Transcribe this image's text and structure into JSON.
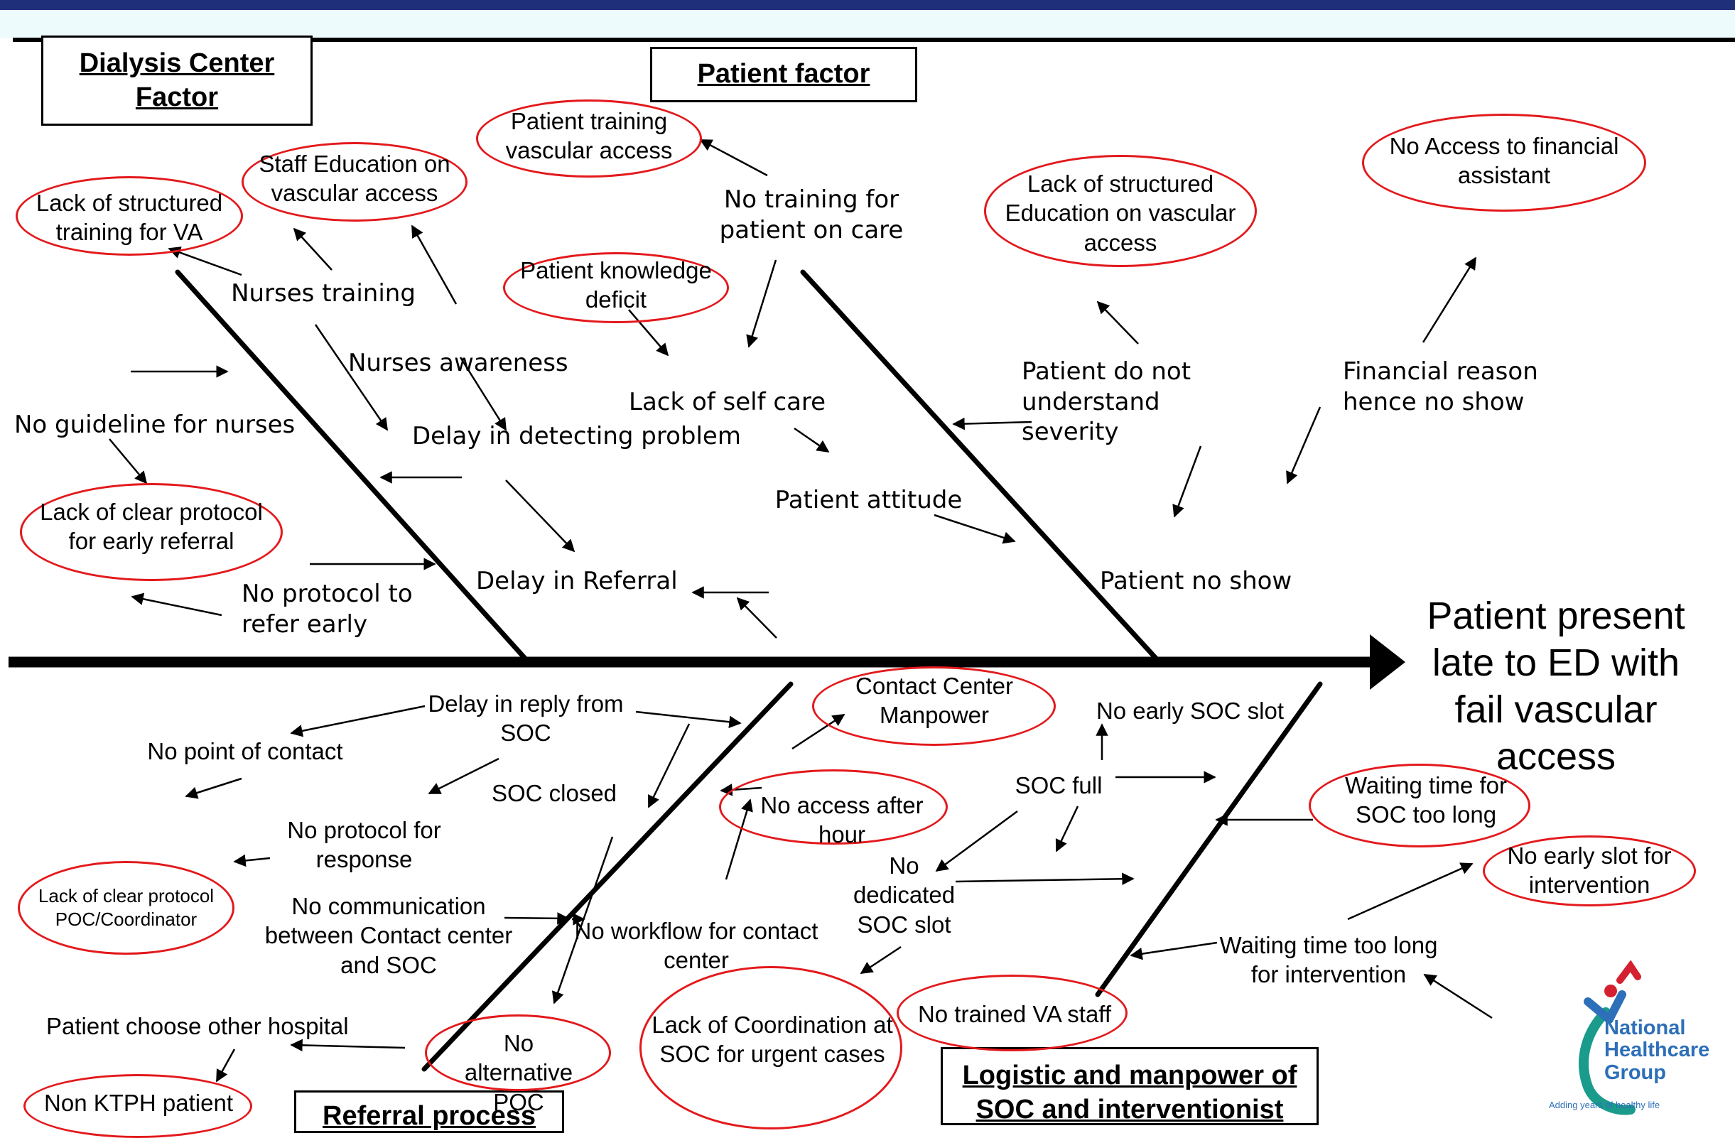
{
  "effect": "Patient present late to ED with fail vascular access",
  "categories": {
    "dialysis_center": "Dialysis Center Factor",
    "patient": "Patient factor",
    "referral": "Referral process",
    "logistic": "Logistic and manpower of SOC and interventionist"
  },
  "causes": {
    "lack_structured_training": "Lack of structured training for VA",
    "staff_education": "Staff Education on vascular access",
    "patient_training_va": "Patient training vascular access",
    "no_training_patient_care": "No training for patient on care",
    "lack_structured_education": "Lack of structured Education on vascular access",
    "no_access_financial": "No Access to financial assistant",
    "nurses_training": "Nurses training",
    "patient_knowledge_deficit": "Patient knowledge deficit",
    "nurses_awareness": "Nurses awareness",
    "lack_self_care": "Lack of self care",
    "patient_not_understand": "Patient do not understand severity",
    "financial_reason": "Financial reason hence  no show",
    "no_guideline_nurses": "No guideline for nurses",
    "delay_detecting": "Delay in detecting problem",
    "lack_clear_protocol_referral": "Lack of clear protocol for early referral",
    "patient_attitude": "Patient attitude",
    "no_protocol_refer": "No protocol to refer early",
    "delay_referral": "Delay in Referral",
    "patient_no_show": "Patient no show",
    "delay_reply_soc": "Delay in reply from SOC",
    "contact_center_manpower": "Contact Center Manpower",
    "no_early_soc_slot": "No early SOC slot",
    "no_point_contact": "No point of contact",
    "soc_closed": "SOC closed",
    "no_access_after_hour": "No access after hour",
    "soc_full": "SOC full",
    "waiting_soc": "Waiting time for SOC too long",
    "no_protocol_response": "No protocol for response",
    "no_dedicated_soc": "No dedicated SOC  slot",
    "no_early_slot_intervention": "No early slot for intervention",
    "lack_clear_protocol_poc": "Lack of clear protocol POC/Coordinator",
    "no_communication": "No communication between Contact center and SOC",
    "no_workflow": "No workflow for contact center",
    "waiting_intervention": "Waiting time too long for intervention",
    "patient_choose_other": "Patient choose other hospital",
    "no_alternative_poc": "No alternative POC",
    "lack_coordination": "Lack of Coordination at SOC for urgent cases",
    "no_trained_va": "No trained VA staff",
    "non_ktph": "Non KTPH patient"
  },
  "logo": {
    "name": "National Healthcare Group",
    "tagline": "Adding years of healthy life"
  },
  "colors": {
    "header_bar": "#1f2f7a",
    "header_strip": "#eefbfd",
    "oval_outline": "#e3191c",
    "logo_blue": "#2d6fb8",
    "logo_teal": "#1a9b8c",
    "logo_red": "#d42030"
  }
}
